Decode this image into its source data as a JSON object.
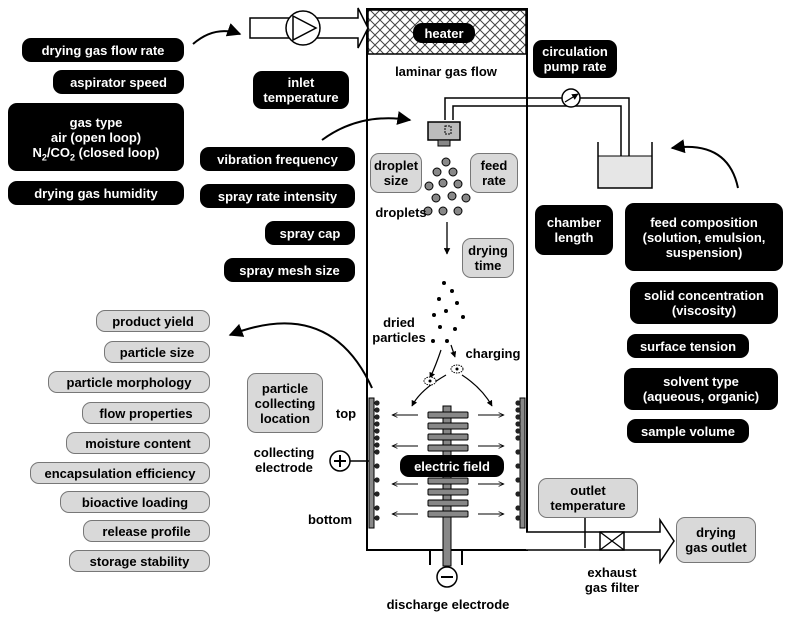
{
  "top": {
    "heater": "heater",
    "laminar": "laminar gas flow",
    "inlet_temperature": [
      "inlet",
      "temperature"
    ],
    "circulation_pump_rate": [
      "circulation",
      "pump rate"
    ]
  },
  "gas_params": {
    "flow_rate": "drying gas flow rate",
    "aspirator_speed": "aspirator speed",
    "gas_type": [
      "gas type",
      "air (open loop)"
    ],
    "gas_type_closed": "N",
    "gas_type_sub1": "2",
    "gas_type_mid": "/CO",
    "gas_type_sub2": "2",
    "gas_type_end": " (closed loop)",
    "humidity": "drying gas humidity"
  },
  "spray_params": {
    "vibration": "vibration frequency",
    "rate_intensity": "spray rate intensity",
    "cap": "spray cap",
    "mesh": "spray mesh size"
  },
  "chamber": {
    "droplet_size": [
      "droplet",
      "size"
    ],
    "feed_rate": [
      "feed",
      "rate"
    ],
    "droplets": "droplets",
    "drying_time": [
      "drying",
      "time"
    ],
    "chamber_length": [
      "chamber",
      "length"
    ],
    "dried_particles": [
      "dried",
      "particles"
    ],
    "charging": "charging",
    "particle_collecting_location": [
      "particle",
      "collecting",
      "location"
    ],
    "top": "top",
    "bottom": "bottom",
    "collecting_electrode": [
      "collecting",
      "electrode"
    ],
    "electric_field": "electric field",
    "discharge_electrode": "discharge electrode",
    "outlet_temperature": [
      "outlet",
      "temperature"
    ],
    "exhaust_filter": [
      "exhaust",
      "gas filter"
    ],
    "drying_gas_outlet": [
      "drying",
      "gas outlet"
    ]
  },
  "feed_params": {
    "composition": [
      "feed composition",
      "(solution, emulsion,",
      "suspension)"
    ],
    "solid_concentration": [
      "solid concentration",
      "(viscosity)"
    ],
    "surface_tension": "surface tension",
    "solvent_type": [
      "solvent type",
      "(aqueous, organic)"
    ],
    "sample_volume": "sample volume"
  },
  "outputs": [
    "product yield",
    "particle size",
    "particle morphology",
    "flow properties",
    "moisture content",
    "encapsulation efficiency",
    "bioactive loading",
    "release profile",
    "storage stability"
  ]
}
